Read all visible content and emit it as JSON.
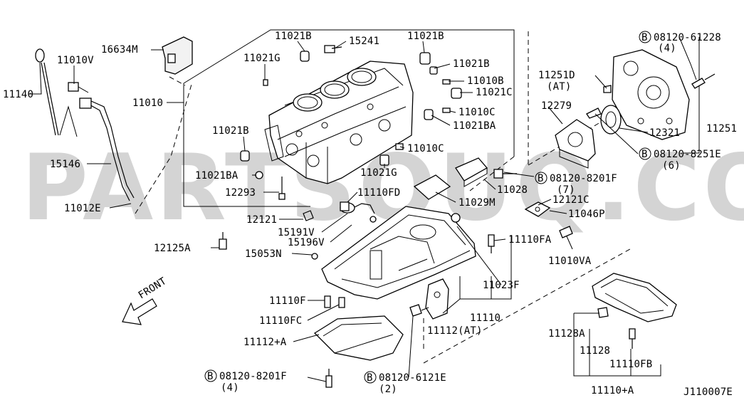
{
  "watermark": "PARTSOUQ.COM",
  "diagram_code": "J110007E",
  "direction_label": "FRONT",
  "callouts": {
    "c11140": "11140",
    "c11010V": "11010V",
    "c16634M": "16634M",
    "c11021B_1": "11021B",
    "c15241": "15241",
    "c11021B_2": "11021B",
    "c11021G_1": "11021G",
    "c11021B_3": "11021B",
    "c11010B": "11010B",
    "c11021C": "11021C",
    "c11010": "11010",
    "c11010C_1": "11010C",
    "c11021BA_1": "11021BA",
    "c11021B_4": "11021B",
    "c11010C_2": "11010C",
    "c15146": "15146",
    "c11021BA_2": "11021BA",
    "c11021G_2": "11021G",
    "c12293": "12293",
    "c11110FD": "11110FD",
    "c11012E": "11012E",
    "c11029M": "11029M",
    "c11028": "11028",
    "c12121": "12121",
    "c15191V": "15191V",
    "c15196V": "15196V",
    "c12125A": "12125A",
    "c15053N": "15053N",
    "c11110FA": "11110FA",
    "c11010VA": "11010VA",
    "c11023F": "11023F",
    "c11110F": "11110F",
    "c11110FC": "11110FC",
    "c11110": "11110",
    "c11112AT": "11112(AT)",
    "c11112A": "11112+A",
    "c08120_8201F_4": "08120-8201F",
    "q4b": "(4)",
    "c08120_6121E": "08120-6121E",
    "q2": "(2)",
    "c08120_61228": "08120-61228",
    "q4a": "(4)",
    "c11251D": "11251D",
    "c11251D_at": "(AT)",
    "c12279": "12279",
    "c12321": "12321",
    "c11251": "11251",
    "c08120_8251E": "08120-8251E",
    "q6": "(6)",
    "c08120_8201F_7": "08120-8201F",
    "q7": "(7)",
    "c12121C": "12121C",
    "c11046P": "11046P",
    "c11128A": "11128A",
    "c11128": "11128",
    "c11110FB": "11110FB",
    "c11110A": "11110+A",
    "bolt_mark": "B"
  }
}
